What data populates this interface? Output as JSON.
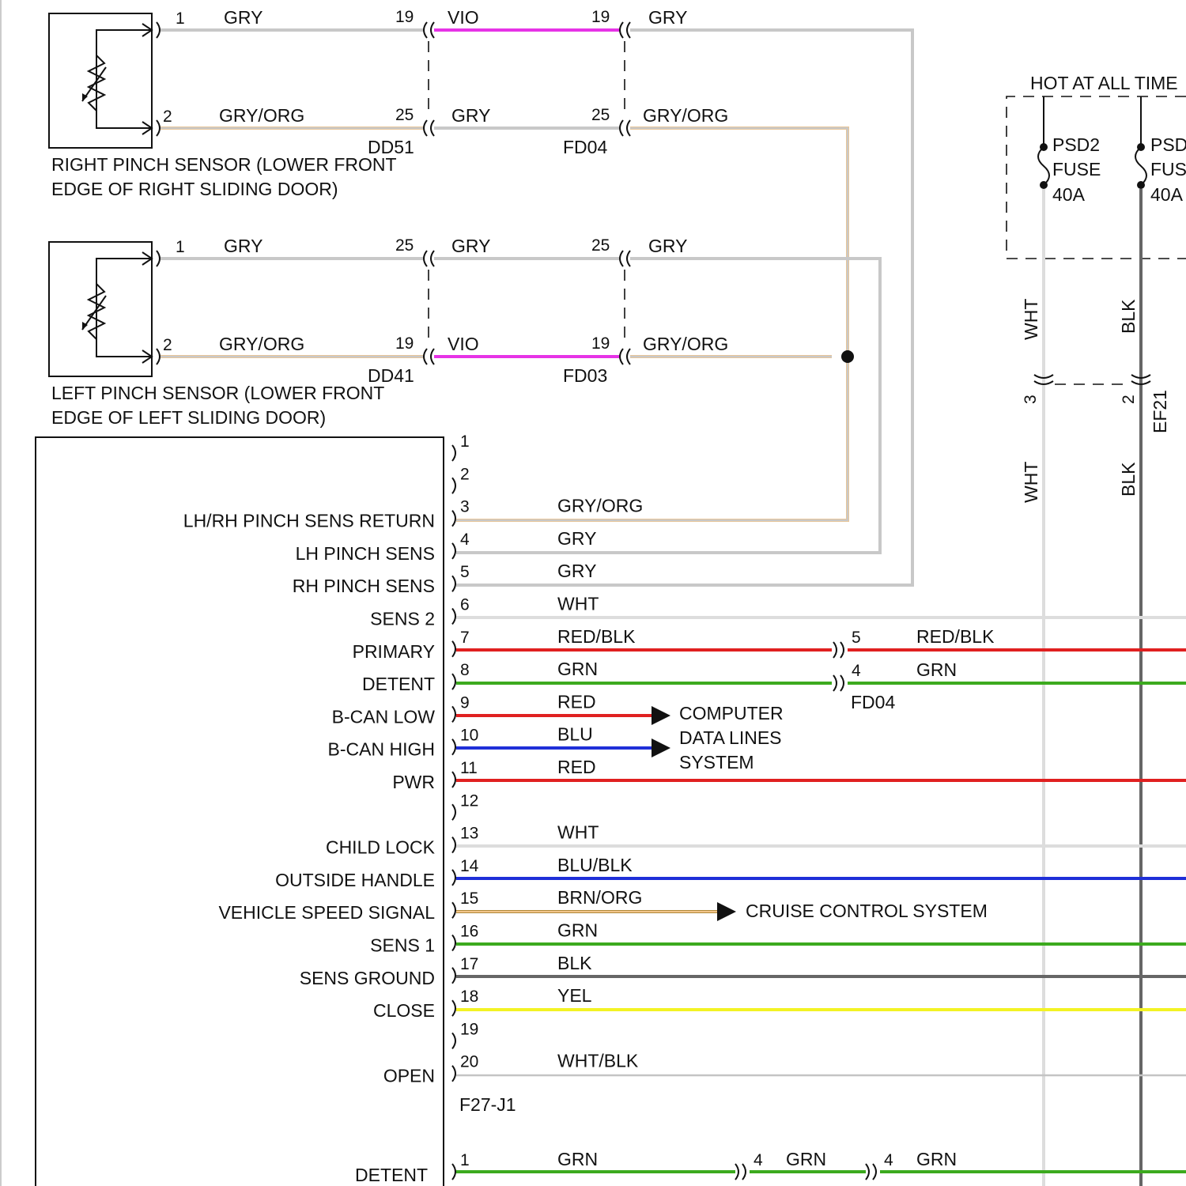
{
  "colors": {
    "GRY": "#c8c8c8",
    "VIO": "#e633e6",
    "ORG": "#f2c58a",
    "WHT": "#dddddd",
    "RED": "#e02020",
    "BLU": "#1f2fd8",
    "GRN": "#3caa1e",
    "BLK": "#666666",
    "YEL": "#f3f324",
    "BRN": "#9a7420",
    "WHTBLK": "#c4c4c4"
  },
  "sensors": {
    "right": {
      "label_line1": "RIGHT PINCH SENSOR (LOWER FRONT",
      "label_line2": "EDGE OF RIGHT SLIDING DOOR)",
      "pin1": "1",
      "pin2": "2",
      "w1": "GRY",
      "w2": "GRY/ORG",
      "c1_top": "19",
      "c1_bot": "25",
      "c1_name": "DD51",
      "w1b": "VIO",
      "w2b": "GRY",
      "c2_top": "19",
      "c2_bot": "25",
      "c2_name": "FD04",
      "w1c": "GRY",
      "w2c": "GRY/ORG"
    },
    "left": {
      "label_line1": "LEFT PINCH SENSOR (LOWER FRONT",
      "label_line2": "EDGE OF LEFT SLIDING DOOR)",
      "pin1": "1",
      "pin2": "2",
      "w1": "GRY",
      "w2": "GRY/ORG",
      "c1_top": "25",
      "c1_bot": "19",
      "c1_name": "DD41",
      "w1b": "GRY",
      "w2b": "VIO",
      "c2_top": "25",
      "c2_bot": "19",
      "c2_name": "FD03",
      "w1c": "GRY",
      "w2c": "GRY/ORG"
    }
  },
  "module": {
    "connector": "F27-J1",
    "pins": [
      {
        "num": "1",
        "label": "",
        "wire": ""
      },
      {
        "num": "2",
        "label": "",
        "wire": ""
      },
      {
        "num": "3",
        "label": "LH/RH PINCH SENS RETURN",
        "wire": "GRY/ORG"
      },
      {
        "num": "4",
        "label": "LH PINCH SENS",
        "wire": "GRY"
      },
      {
        "num": "5",
        "label": "RH PINCH SENS",
        "wire": "GRY"
      },
      {
        "num": "6",
        "label": "SENS 2",
        "wire": "WHT"
      },
      {
        "num": "7",
        "label": "PRIMARY",
        "wire": "RED/BLK"
      },
      {
        "num": "8",
        "label": "DETENT",
        "wire": "GRN"
      },
      {
        "num": "9",
        "label": "B-CAN LOW",
        "wire": "RED"
      },
      {
        "num": "10",
        "label": "B-CAN HIGH",
        "wire": "BLU"
      },
      {
        "num": "11",
        "label": "PWR",
        "wire": "RED"
      },
      {
        "num": "12",
        "label": "",
        "wire": ""
      },
      {
        "num": "13",
        "label": "CHILD LOCK",
        "wire": "WHT"
      },
      {
        "num": "14",
        "label": "OUTSIDE HANDLE",
        "wire": "BLU/BLK"
      },
      {
        "num": "15",
        "label": "VEHICLE SPEED SIGNAL",
        "wire": "BRN/ORG"
      },
      {
        "num": "16",
        "label": "SENS 1",
        "wire": "GRN"
      },
      {
        "num": "17",
        "label": "SENS GROUND",
        "wire": "BLK"
      },
      {
        "num": "18",
        "label": "CLOSE",
        "wire": "YEL"
      },
      {
        "num": "19",
        "label": "",
        "wire": ""
      },
      {
        "num": "20",
        "label": "OPEN",
        "wire": "WHT/BLK"
      }
    ],
    "second_connector_pin": {
      "num": "1",
      "label": "DETENT",
      "wire": "GRN"
    }
  },
  "fd04_inline": {
    "name": "FD04",
    "pin_top": "5",
    "wire_top": "RED/BLK",
    "pin_bot": "4",
    "wire_bot": "GRN"
  },
  "data_lines": {
    "line1": "COMPUTER",
    "line2": "DATA LINES",
    "line3": "SYSTEM"
  },
  "cruise": {
    "label": "CRUISE CONTROL SYSTEM"
  },
  "fuse_box": {
    "title": "HOT AT ALL TIME",
    "fuse1": {
      "name": "PSD2",
      "type": "FUSE",
      "rating": "40A",
      "wire": "WHT",
      "pin": "3"
    },
    "fuse2": {
      "name": "PSD",
      "type": "FUS",
      "rating": "40A",
      "wire": "BLK",
      "pin": "2"
    },
    "connector": "EF21",
    "wire1_lower": "WHT",
    "wire2_lower": "BLK"
  },
  "bottom_row": {
    "pin2": "4",
    "wire2": "GRN",
    "pin3": "4",
    "wire3": "GRN"
  }
}
